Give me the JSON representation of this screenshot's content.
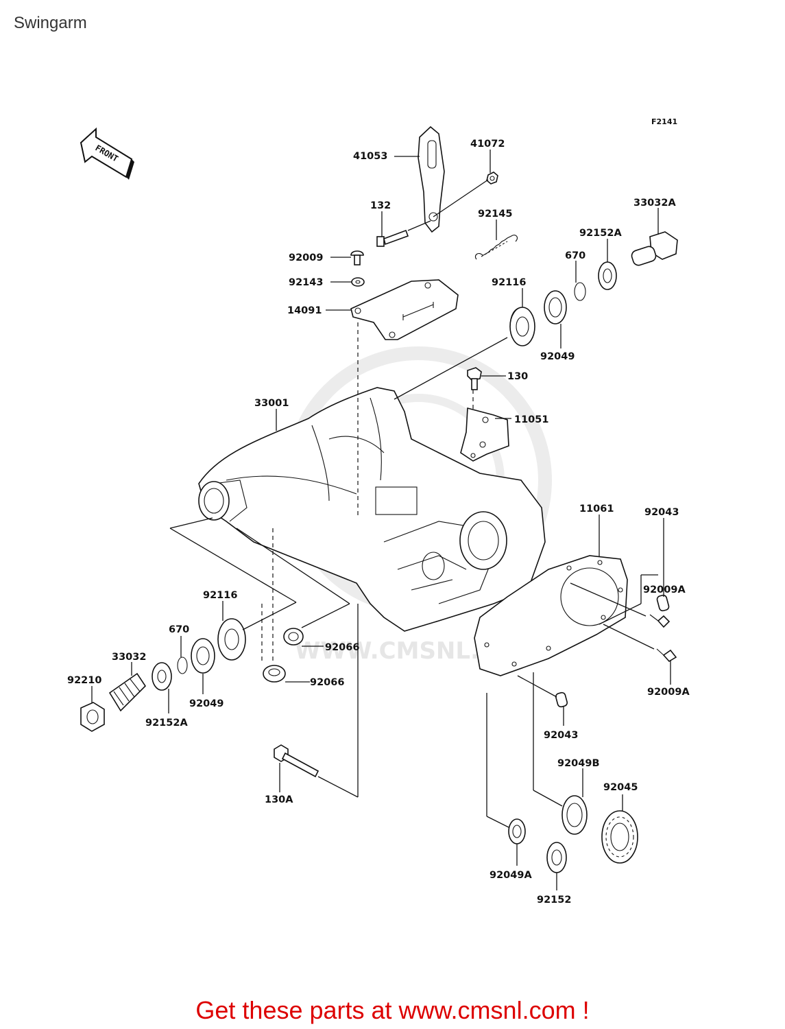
{
  "page": {
    "title": "Swingarm",
    "diagram_code": "F2141",
    "front_arrow_text": "FRONT",
    "watermark": "WWW.CMSNL.COM",
    "footer_text": "Get these parts at www.cmsnl.com !"
  },
  "parts": [
    {
      "id": "41053",
      "label": "41053"
    },
    {
      "id": "41072",
      "label": "41072"
    },
    {
      "id": "132",
      "label": "132"
    },
    {
      "id": "92145",
      "label": "92145"
    },
    {
      "id": "33032A",
      "label": "33032A"
    },
    {
      "id": "92152A-top",
      "label": "92152A"
    },
    {
      "id": "670-top",
      "label": "670"
    },
    {
      "id": "92009",
      "label": "92009"
    },
    {
      "id": "92143",
      "label": "92143"
    },
    {
      "id": "92116-top",
      "label": "92116"
    },
    {
      "id": "14091",
      "label": "14091"
    },
    {
      "id": "92049-top",
      "label": "92049"
    },
    {
      "id": "130",
      "label": "130"
    },
    {
      "id": "33001",
      "label": "33001"
    },
    {
      "id": "11051",
      "label": "11051"
    },
    {
      "id": "11061",
      "label": "11061"
    },
    {
      "id": "92043-top",
      "label": "92043"
    },
    {
      "id": "92009A-a",
      "label": "92009A"
    },
    {
      "id": "92116-bottom",
      "label": "92116"
    },
    {
      "id": "670-bottom",
      "label": "670"
    },
    {
      "id": "33032",
      "label": "33032"
    },
    {
      "id": "92066-a",
      "label": "92066"
    },
    {
      "id": "92066-b",
      "label": "92066"
    },
    {
      "id": "92210",
      "label": "92210"
    },
    {
      "id": "92049-bottom",
      "label": "92049"
    },
    {
      "id": "92152A-bottom",
      "label": "92152A"
    },
    {
      "id": "92009A-b",
      "label": "92009A"
    },
    {
      "id": "92043-bottom",
      "label": "92043"
    },
    {
      "id": "92049B",
      "label": "92049B"
    },
    {
      "id": "92045",
      "label": "92045"
    },
    {
      "id": "130A",
      "label": "130A"
    },
    {
      "id": "92049A",
      "label": "92049A"
    },
    {
      "id": "92152",
      "label": "92152"
    }
  ]
}
